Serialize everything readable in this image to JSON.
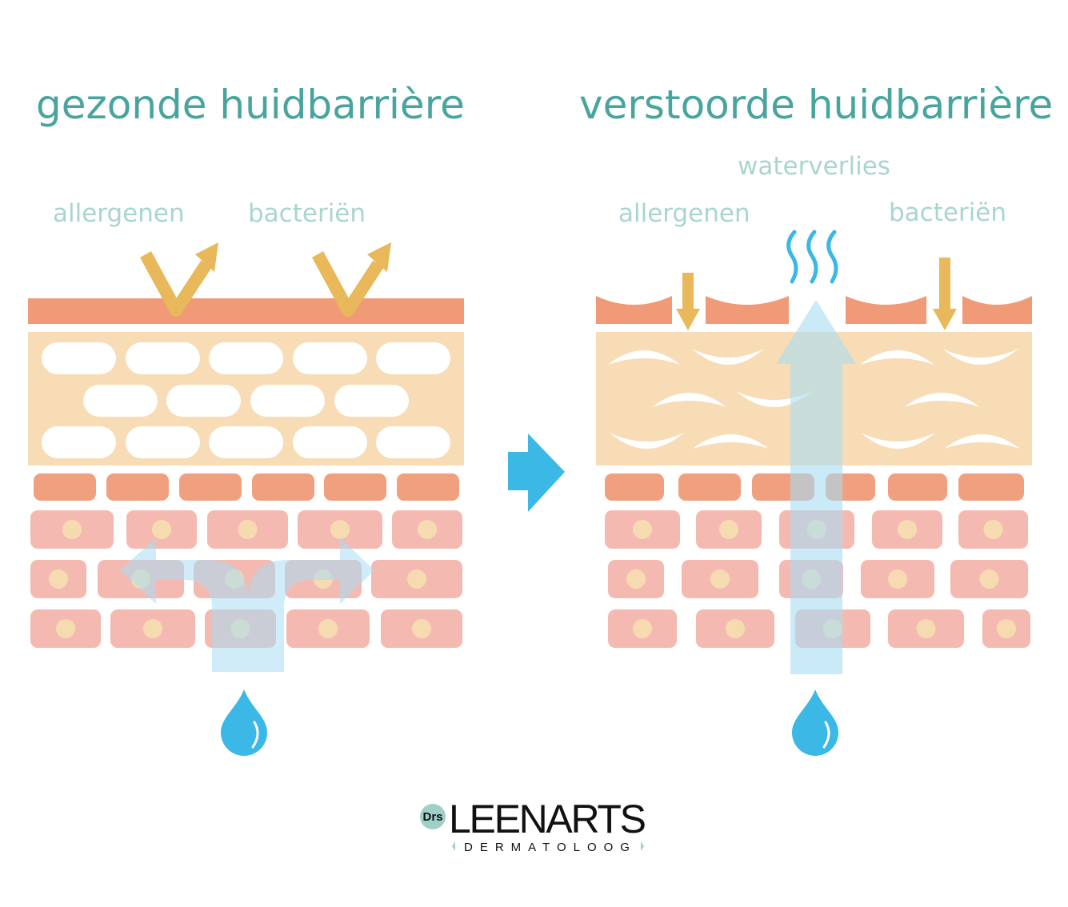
{
  "left_panel": {
    "title": "gezonde huidbarrière",
    "label_allergens": "allergenen",
    "label_bacteria": "bacteriën"
  },
  "right_panel": {
    "title": "verstoorde huidbarrière",
    "label_water_loss": "waterverlies",
    "label_allergens": "allergenen",
    "label_bacteria": "bacteriën"
  },
  "logo": {
    "prefix": "Drs",
    "name": "LEENARTS",
    "subtitle": "DERMATOLOOG"
  },
  "colors": {
    "title": "#47a59d",
    "label": "#a9d5d0",
    "top_layer": "#f09a78",
    "horny_layer": "#f7dcb5",
    "cell": "#f4bab2",
    "nucleus": "#f7dbb0",
    "allergen_arrow": "#e8b85a",
    "water": "#3bb8e6",
    "water_flow": "#a8dcf3"
  }
}
